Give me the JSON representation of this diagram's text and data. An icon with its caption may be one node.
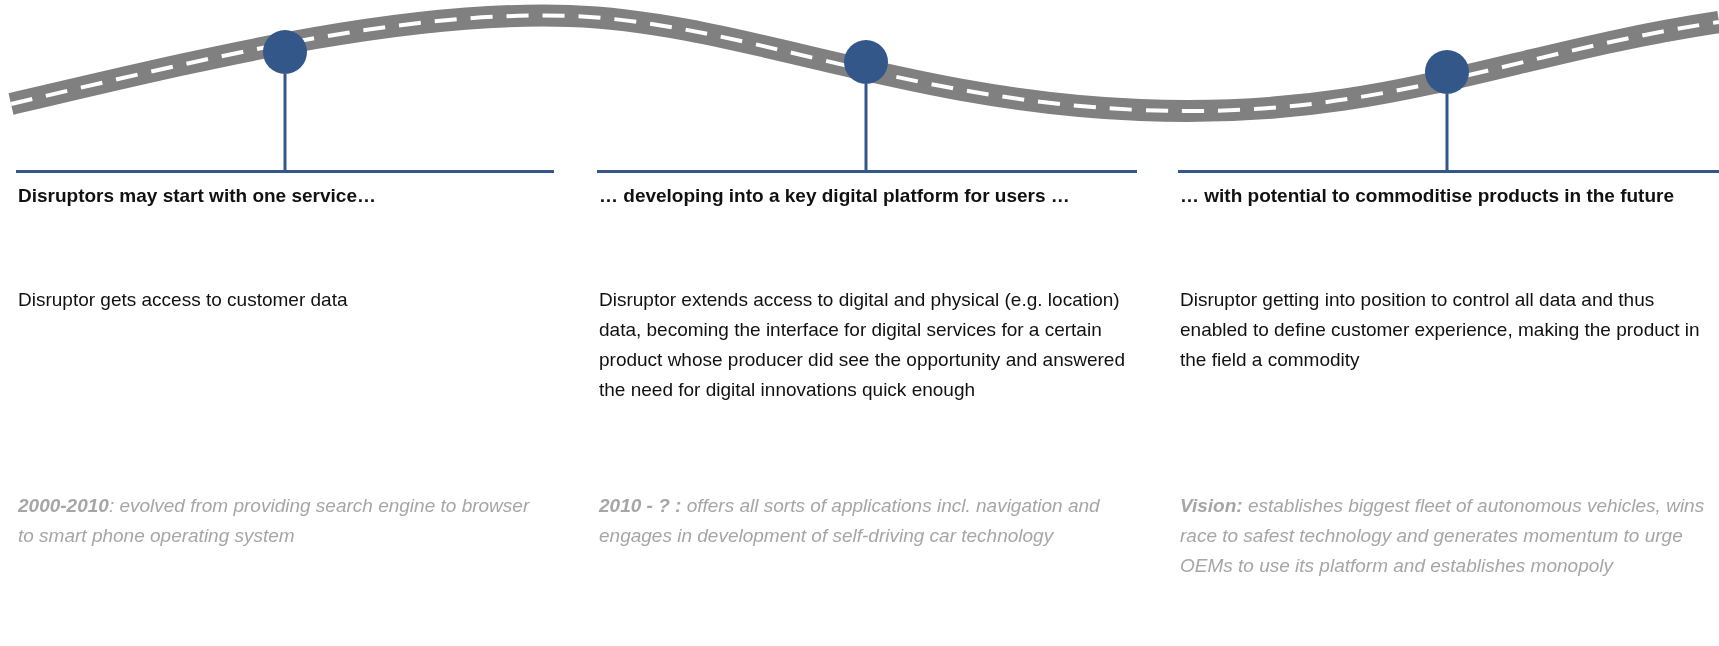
{
  "diagram": {
    "nodes": [
      {
        "text": [],
        "shape": "circle"
      },
      {
        "text": [],
        "shape": "circle"
      },
      {
        "text": [],
        "shape": "circle"
      },
      {
        "text": [
          "Disruptors may start with one service…",
          "Disruptor gets access to customer data",
          "**2000-2010**: evolved from providing search engine to browser to smart phone operating system"
        ]
      },
      {
        "text": [
          "… developing into a key digital platform for users …",
          "Disruptor extends access to digital and physical (e.g. location) data, becoming the interface for digital services for a certain product whose producer did see the opportunity and answered the need for digital innovations quick enough",
          "**2010 - ? :** offers all sorts of applications incl. navigation and engages in development of self-driving car technology"
        ]
      },
      {
        "text": [
          "… with potential to commoditise products in the future",
          "Disruptor getting into position to control all data and thus enabled to define customer experience, making the product in the field a commodity",
          "**Vision:** establishes biggest fleet of autonomous vehicles, wins race to safest technology and generates momentum to urge OEMs to use its platform and establishes monopoly"
        ]
      }
    ],
    "edges": [
      {
        "from": 0,
        "to": 3,
        "arrow": "none"
      },
      {
        "from": 1,
        "to": 4,
        "arrow": "none"
      },
      {
        "from": 2,
        "to": 5,
        "arrow": "none"
      }
    ]
  }
}
